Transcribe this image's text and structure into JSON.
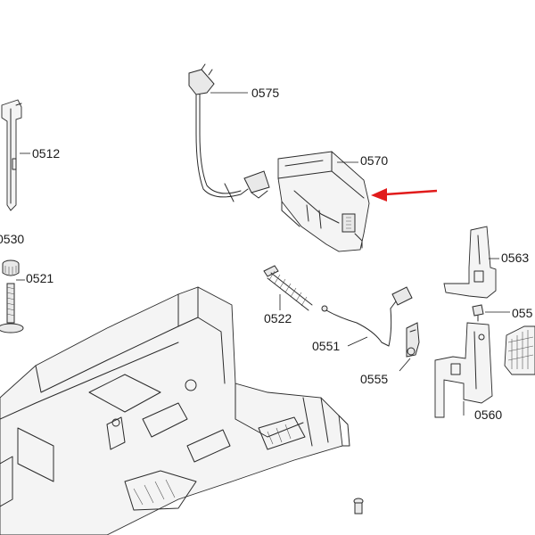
{
  "highlight_color": "#e11b1b",
  "labels": {
    "p0512": "0512",
    "p0530": "0530",
    "p0521": "0521",
    "p0575": "0575",
    "p0570": "0570",
    "p0522": "0522",
    "p0551": "0551",
    "p0555": "0555",
    "p0563": "0563",
    "p055x": "055",
    "p0560": "0560"
  }
}
